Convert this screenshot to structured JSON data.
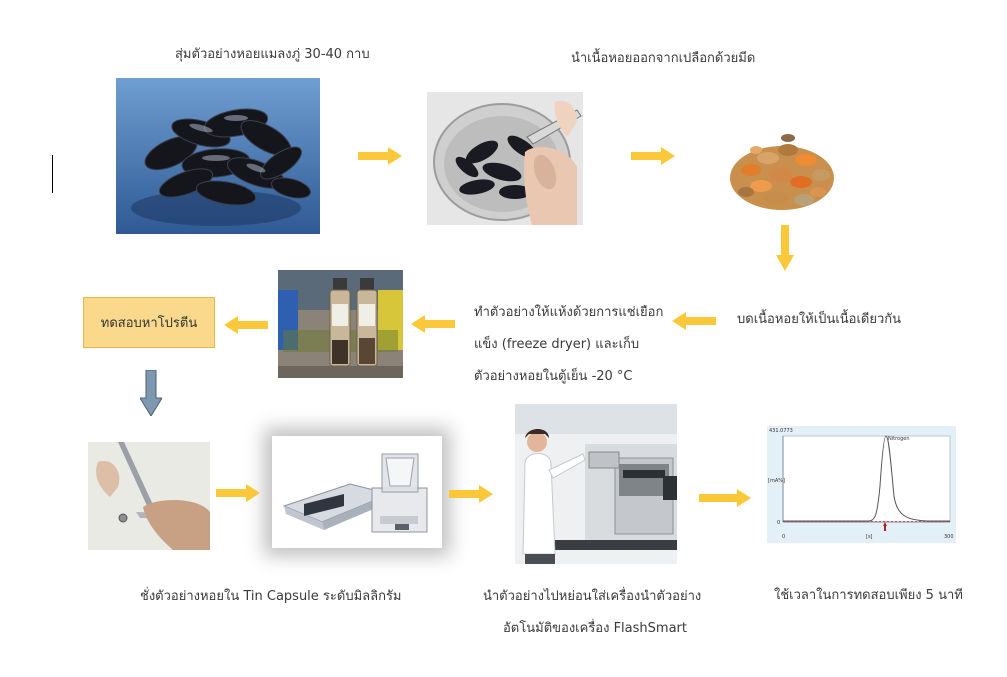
{
  "steps": {
    "s1": "สุ่มตัวอย่างหอยแมลงภู่ 30-40 กาบ",
    "s2": "นำเนื้อหอยออกจากเปลือกด้วยมีด",
    "s3": "บดเนื้อหอยให้เป็นเนื้อเดียวกัน",
    "s4_line1": "ทำตัวอย่างให้แห้งด้วยการแช่เยือก",
    "s4_line2": "แข็ง (freeze dryer) และเก็บ",
    "s4_line3": "ตัวอย่างหอยในตู้เย็น -20 °C",
    "s5": "ทดสอบหาโปรตีน",
    "s6": "ชั่งตัวอย่างหอยใน Tin Capsule ระดับมิลลิกรัม",
    "s7_line1": "นำตัวอย่างไปหย่อนใส่เครื่องนำตัวอย่าง",
    "s7_line2": "อัตโนมัติของเครื่อง FlashSmart",
    "s8": "ใช้เวลาในการทดสอบเพียง 5 นาที"
  },
  "chromatogram": {
    "peak_label": "Nitrogen",
    "y_top_label": "431.0773",
    "y_unit_label": "[mA%]",
    "y_zero_label": "0",
    "x_start_label": "0",
    "x_mid_label": "[s]",
    "x_end_label": "300"
  },
  "colors": {
    "arrow": "#fbc83a",
    "arrow_down_gray": "#7f98b2",
    "protein_box": "#fbd98c"
  }
}
